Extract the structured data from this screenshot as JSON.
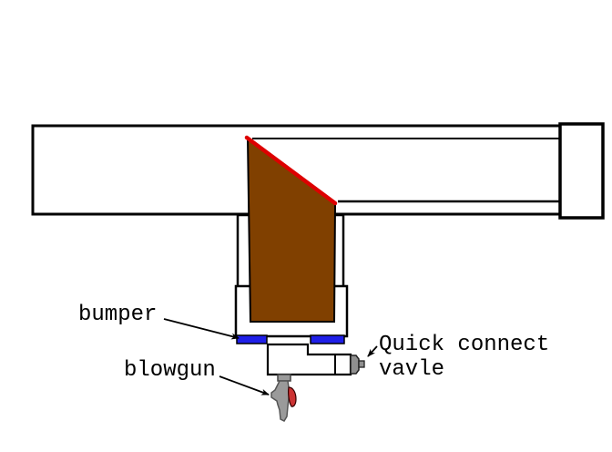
{
  "labels": {
    "bumper": "bumper",
    "blowgun": "blowgun",
    "quick_connect": {
      "line1": "Quick connect",
      "line2": "vavle"
    }
  },
  "colors": {
    "piston_brown": "#804000",
    "seal_red": "#DD0000",
    "bumper_blue": "#1F1FE8",
    "metal_gray": "#9A9A9A",
    "fitting_gray": "#8F8F8F",
    "trigger_red": "#CC3333",
    "outline": "#000000"
  }
}
